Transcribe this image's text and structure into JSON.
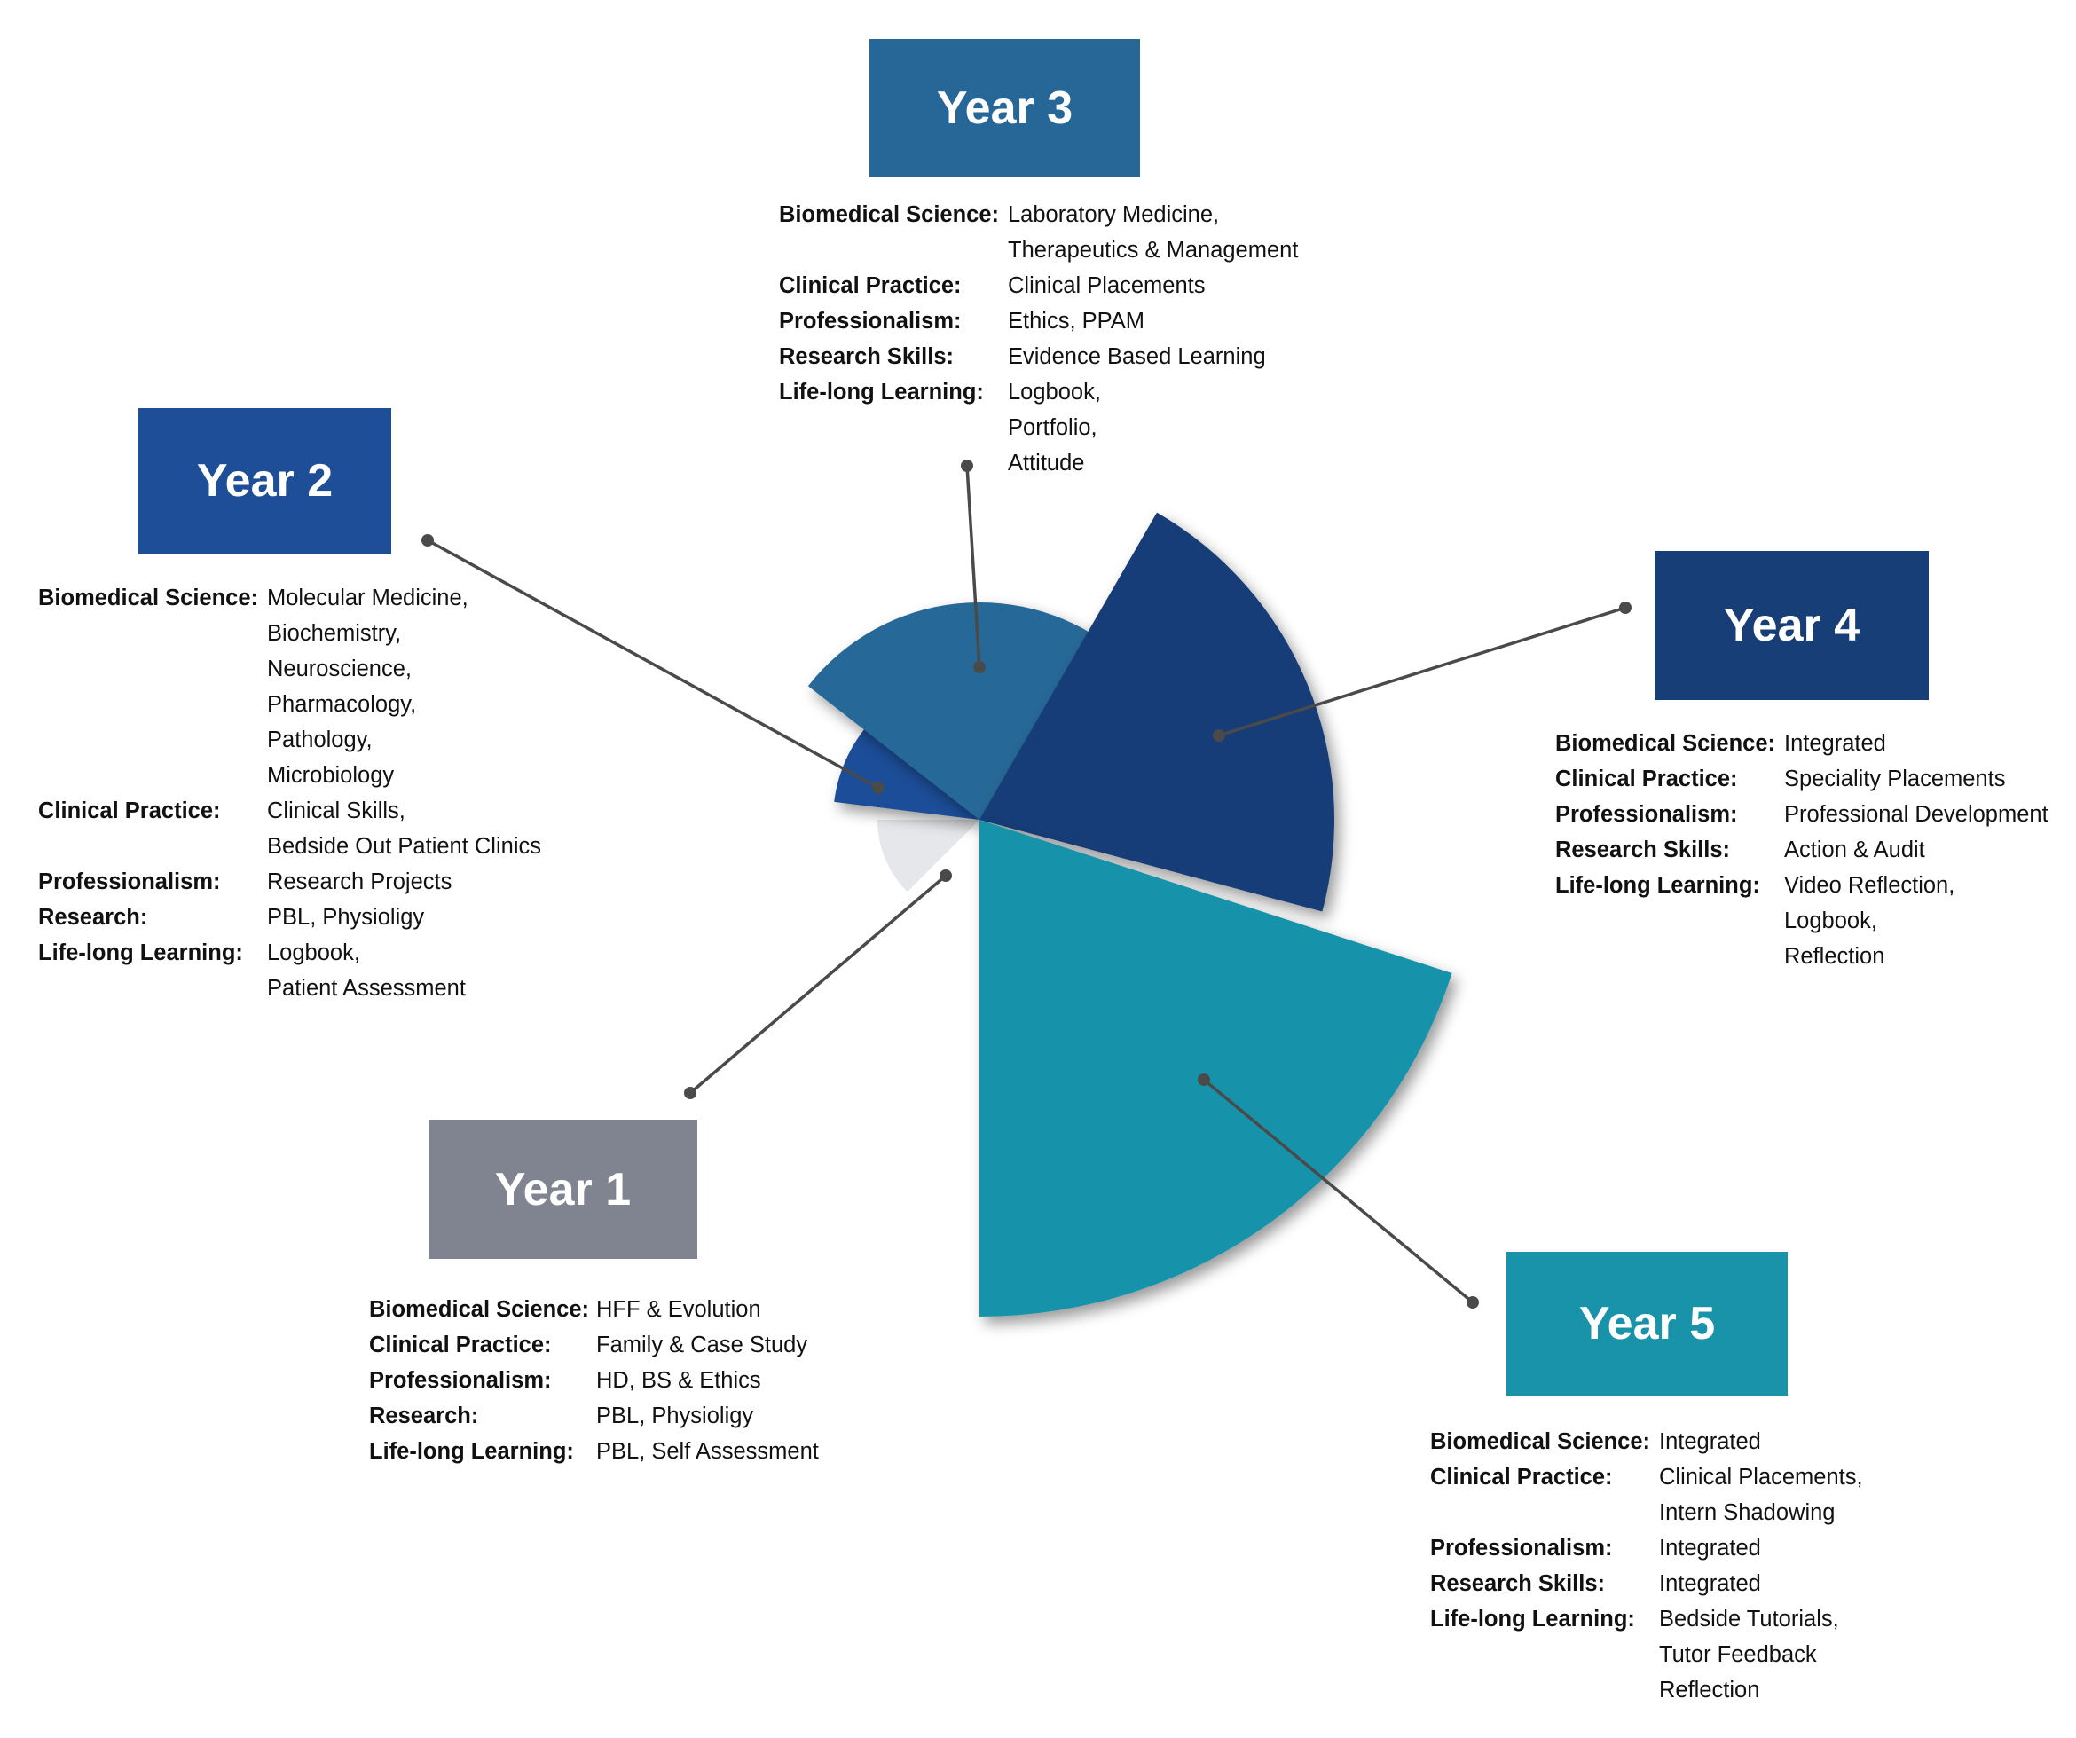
{
  "colors": {
    "year1": "#808390",
    "year2": "#1f4e98",
    "year3": "#276797",
    "year4": "#183e78",
    "year5": "#1893aa",
    "year1_wedge": "#e6e7ea",
    "connector": "#4a4a4a"
  },
  "years": [
    {
      "id": "year1",
      "title": "Year 1",
      "rows": [
        {
          "label": "Biomedical Science:",
          "values": [
            "HFF & Evolution"
          ]
        },
        {
          "label": "Clinical Practice:",
          "values": [
            "Family & Case Study"
          ]
        },
        {
          "label": "Professionalism:",
          "values": [
            "HD, BS & Ethics"
          ]
        },
        {
          "label": "Research:",
          "values": [
            "PBL, Physioligy"
          ]
        },
        {
          "label": "Life-long Learning:",
          "values": [
            "PBL, Self Assessment"
          ]
        }
      ]
    },
    {
      "id": "year2",
      "title": "Year 2",
      "rows": [
        {
          "label": "Biomedical Science:",
          "values": [
            "Molecular Medicine,",
            "Biochemistry,",
            "Neuroscience,",
            "Pharmacology,",
            "Pathology,",
            "Microbiology"
          ]
        },
        {
          "label": "Clinical Practice:",
          "values": [
            "Clinical Skills,",
            "Bedside Out Patient Clinics"
          ]
        },
        {
          "label": "Professionalism:",
          "values": [
            "Research Projects"
          ]
        },
        {
          "label": "Research:",
          "values": [
            "PBL, Physioligy"
          ]
        },
        {
          "label": "Life-long Learning:",
          "values": [
            "Logbook,",
            "Patient Assessment"
          ]
        }
      ]
    },
    {
      "id": "year3",
      "title": "Year 3",
      "rows": [
        {
          "label": "Biomedical Science:",
          "values": [
            "Laboratory Medicine,",
            "Therapeutics & Management"
          ]
        },
        {
          "label": "Clinical Practice:",
          "values": [
            "Clinical Placements"
          ]
        },
        {
          "label": "Professionalism:",
          "values": [
            "Ethics, PPAM"
          ]
        },
        {
          "label": "Research Skills:",
          "values": [
            "Evidence Based Learning"
          ]
        },
        {
          "label": "Life-long Learning:",
          "values": [
            "Logbook,",
            "Portfolio,",
            "Attitude"
          ]
        }
      ]
    },
    {
      "id": "year4",
      "title": "Year 4",
      "rows": [
        {
          "label": "Biomedical Science:",
          "values": [
            "Integrated"
          ]
        },
        {
          "label": "Clinical Practice:",
          "values": [
            "Speciality Placements"
          ]
        },
        {
          "label": "Professionalism:",
          "values": [
            "Professional Development"
          ]
        },
        {
          "label": "Research Skills:",
          "values": [
            "Action & Audit"
          ]
        },
        {
          "label": "Life-long Learning:",
          "values": [
            "Video Reflection,",
            "Logbook,",
            "Reflection"
          ]
        }
      ]
    },
    {
      "id": "year5",
      "title": "Year 5",
      "rows": [
        {
          "label": "Biomedical Science:",
          "values": [
            "Integrated"
          ]
        },
        {
          "label": "Clinical Practice:",
          "values": [
            "Clinical Placements,",
            "Intern Shadowing"
          ]
        },
        {
          "label": "Professionalism:",
          "values": [
            "Integrated"
          ]
        },
        {
          "label": "Research Skills:",
          "values": [
            "Integrated"
          ]
        },
        {
          "label": "Life-long Learning:",
          "values": [
            "Bedside Tutorials,",
            "Tutor Feedback",
            "Reflection"
          ]
        }
      ]
    }
  ]
}
